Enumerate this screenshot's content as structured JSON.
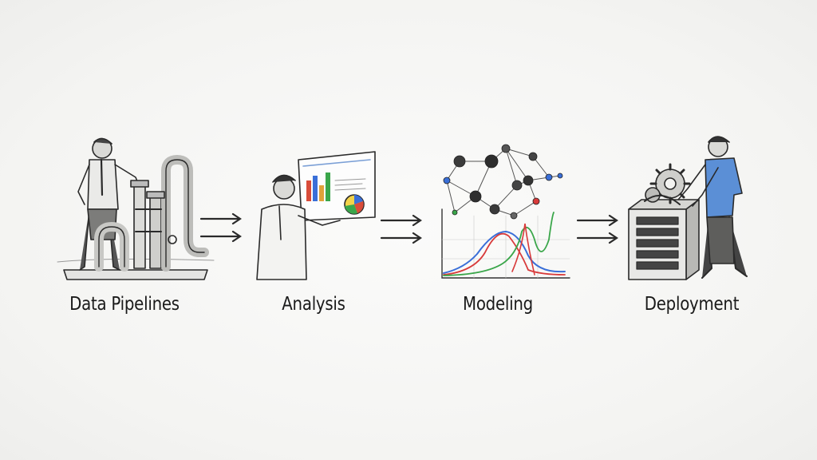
{
  "stages": [
    {
      "id": "pipelines",
      "label": "Data Pipelines",
      "icon": "engineer-with-pipes-icon"
    },
    {
      "id": "analysis",
      "label": "Analysis",
      "icon": "analyst-with-dashboard-icon"
    },
    {
      "id": "modeling",
      "label": "Modeling",
      "icon": "network-and-curves-icon"
    },
    {
      "id": "deployment",
      "label": "Deployment",
      "icon": "engineer-with-server-icon"
    }
  ],
  "arrows": [
    {
      "from": "pipelines",
      "to": "analysis",
      "icon": "double-arrow-right-icon"
    },
    {
      "from": "analysis",
      "to": "modeling",
      "icon": "double-arrow-right-icon"
    },
    {
      "from": "modeling",
      "to": "deployment",
      "icon": "double-arrow-right-icon"
    }
  ],
  "colors": {
    "ink": "#2a2a2a",
    "shirt_blue": "#5b8fd6",
    "curve_blue": "#3a6fd8",
    "curve_green": "#3aa64a",
    "curve_red": "#d83a3a"
  }
}
